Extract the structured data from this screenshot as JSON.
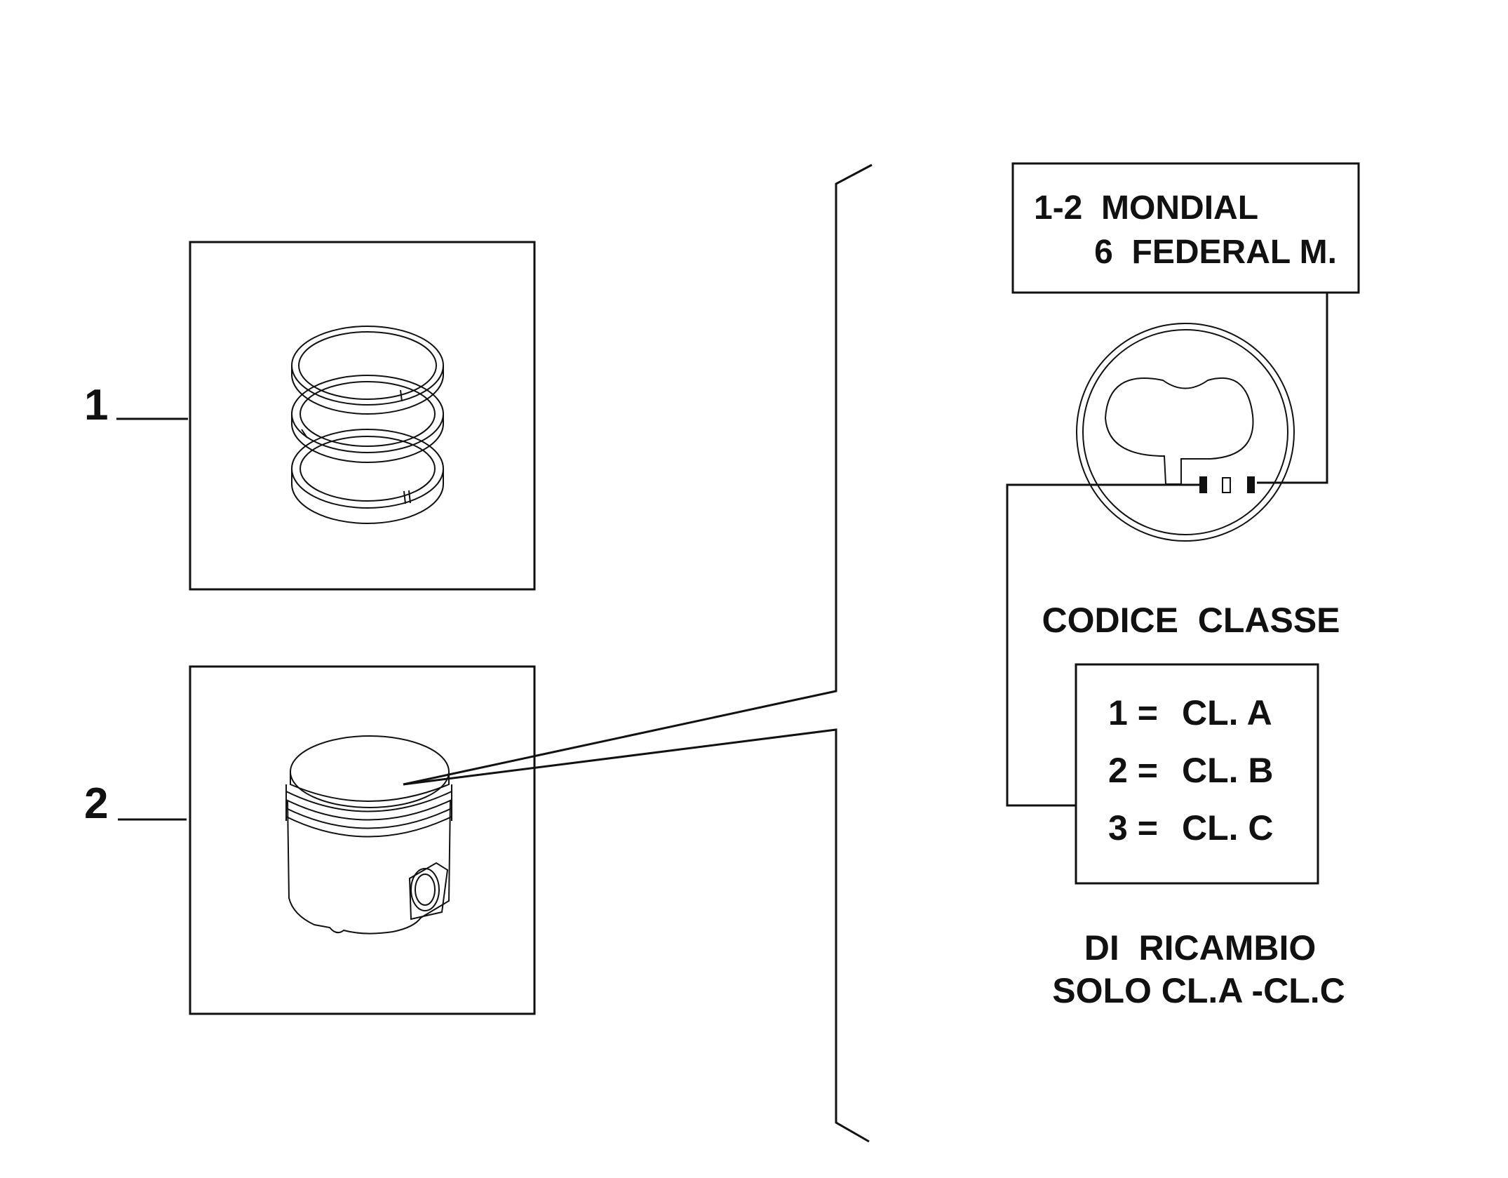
{
  "callouts": [
    {
      "label": "1"
    },
    {
      "label": "2"
    }
  ],
  "manufacturer_box": {
    "line1": "1-2  MONDIAL",
    "line2": "6  FEDERAL M."
  },
  "codice_classe": "CODICE  CLASSE",
  "class_table": {
    "rows": [
      {
        "num": "1 =",
        "cls": "CL. A"
      },
      {
        "num": "2 =",
        "cls": "CL. B"
      },
      {
        "num": "3 =",
        "cls": "CL. C"
      }
    ]
  },
  "spare_note": {
    "line1": "DI  RICAMBIO",
    "line2": "SOLO CL.A -CL.C"
  }
}
